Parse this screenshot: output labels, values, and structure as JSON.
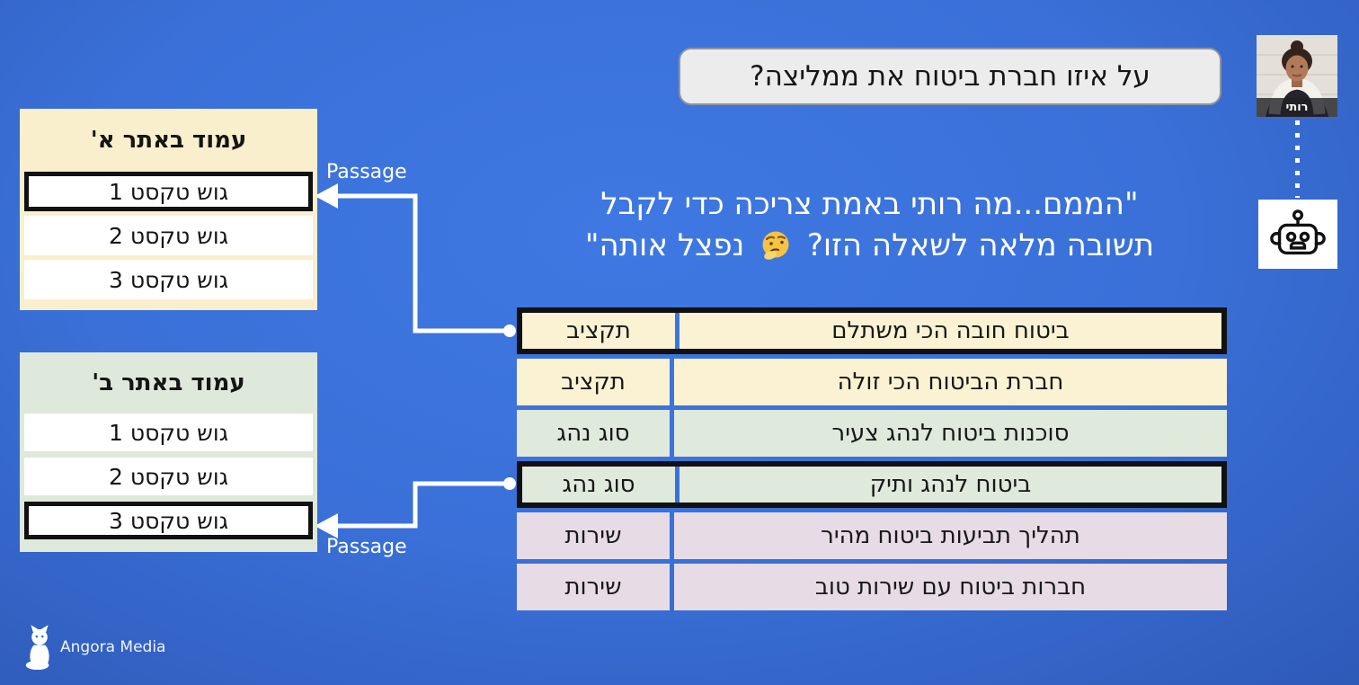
{
  "palette": {
    "background_center": "#3f78e2",
    "background_edge": "#22448c",
    "bubble_bg": "#ececec",
    "site_a_bg": "#f9efcd",
    "site_b_bg": "#dfe9db",
    "row_bg": "#ffffff",
    "budget_bg": "#fbf2d3",
    "driver_bg": "#dfe9dc",
    "service_bg": "#e7dbe6",
    "highlight_border": "#111111",
    "arrow": "#ffffff"
  },
  "question_bubble": {
    "text": "על איזו חברת ביטוח את ממליצה?"
  },
  "persona": {
    "name": "רותי"
  },
  "thought": {
    "line1": "\"הממם...מה רותי באמת צריכה כדי לקבל",
    "line2_start": "תשובה מלאה לשאלה הזו?",
    "emoji": "🤔",
    "line2_end": "נפצל אותה\""
  },
  "site_a": {
    "title": "עמוד באתר א'",
    "rows": [
      {
        "label": "גוש טקסט 1",
        "highlighted": true
      },
      {
        "label": "גוש טקסט 2",
        "highlighted": false
      },
      {
        "label": "גוש טקסט 3",
        "highlighted": false
      }
    ]
  },
  "site_b": {
    "title": "עמוד באתר ב'",
    "rows": [
      {
        "label": "גוש טקסט 1",
        "highlighted": false
      },
      {
        "label": "גוש טקסט 2",
        "highlighted": false
      },
      {
        "label": "גוש טקסט 3",
        "highlighted": true
      }
    ]
  },
  "passage_label": "Passage",
  "queries_table": {
    "rows": [
      {
        "query": "ביטוח חובה הכי משתלם",
        "category": "תקציב",
        "group": "budget",
        "highlighted": true
      },
      {
        "query": "חברת הביטוח הכי זולה",
        "category": "תקציב",
        "group": "budget",
        "highlighted": false
      },
      {
        "query": "סוכנות ביטוח לנהג צעיר",
        "category": "סוג נהג",
        "group": "driver",
        "highlighted": false
      },
      {
        "query": "ביטוח לנהג ותיק",
        "category": "סוג נהג",
        "group": "driver",
        "highlighted": true
      },
      {
        "query": "תהליך תביעות ביטוח מהיר",
        "category": "שירות",
        "group": "service",
        "highlighted": false
      },
      {
        "query": "חברות ביטוח עם שירות טוב",
        "category": "שירות",
        "group": "service",
        "highlighted": false
      }
    ]
  },
  "logo": {
    "text": "Angora Media"
  }
}
